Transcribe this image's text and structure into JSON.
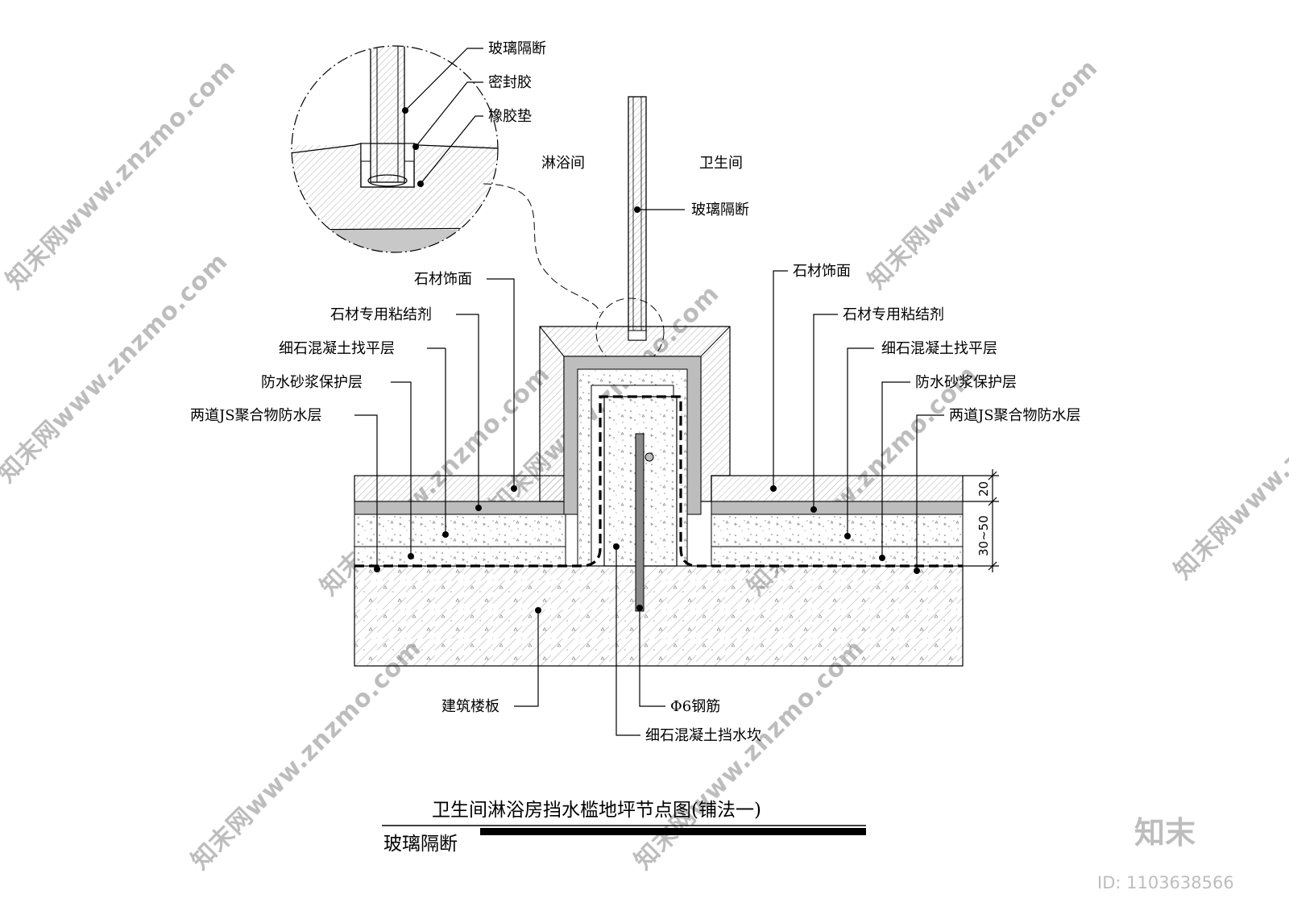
{
  "labels": {
    "detail_glass": "玻璃隔断",
    "detail_sealant": "密封胶",
    "detail_gasket": "橡胶垫",
    "shower_room": "淋浴间",
    "toilet_room": "卫生间",
    "glass_partition": "玻璃隔断",
    "left_stone_finish": "石材饰面",
    "left_stone_adhesive": "石材专用粘结剂",
    "left_leveling": "细石混凝土找平层",
    "left_mortar": "防水砂浆保护层",
    "left_waterproof": "两道JS聚合物防水层",
    "right_stone_finish": "石材饰面",
    "right_stone_adhesive": "石材专用粘结剂",
    "right_leveling": "细石混凝土找平层",
    "right_mortar": "防水砂浆保护层",
    "right_waterproof": "两道JS聚合物防水层",
    "floor_slab": "建筑楼板",
    "rebar": "Φ6钢筋",
    "curb": "细石混凝土挡水坎"
  },
  "dimensions": {
    "upper": "20",
    "lower": "30~50"
  },
  "title": {
    "main": "卫生间淋浴房挡水槛地坪节点图(铺法一)",
    "sub": "玻璃隔断"
  },
  "watermark": {
    "text": "知末网www.znzmo.com",
    "logo": "知末",
    "id": "ID: 1103638566"
  },
  "colors": {
    "line": "#000000",
    "layer_gray": "#bdbdbd",
    "detail_gray": "#c8c8c8",
    "watermark": "#bdbdbd"
  }
}
